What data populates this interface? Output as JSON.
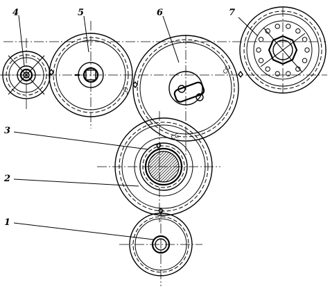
{
  "labels": {
    "gear_1": "1",
    "gear_2": "2",
    "gear_3": "3",
    "gear_4": "4",
    "gear_5": "5",
    "gear_6": "6",
    "gear_7": "7"
  },
  "timing_marks": {
    "mark_5_6": "CC",
    "mark_6_7": "CC",
    "mark_6_2": "CC"
  },
  "colors": {
    "ink": "#000000",
    "background": "#ffffff"
  }
}
